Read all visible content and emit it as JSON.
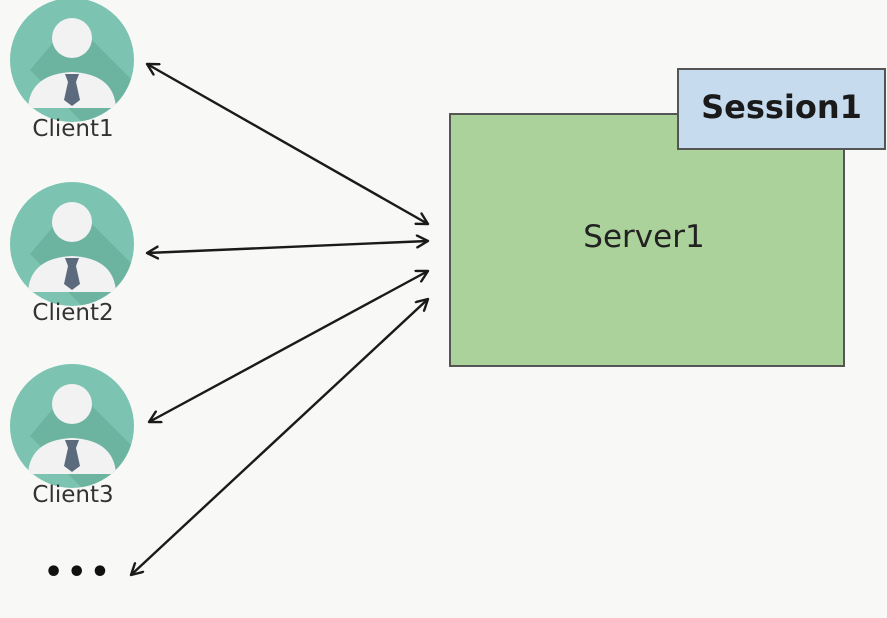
{
  "clients": [
    {
      "label": "Client1"
    },
    {
      "label": "Client2"
    },
    {
      "label": "Client3"
    }
  ],
  "more_label": "•••",
  "server": {
    "label": "Server1",
    "color": "#aad29a"
  },
  "session": {
    "label": "Session1",
    "color": "#c6dbee"
  },
  "icons": {
    "client": "user-avatar-icon",
    "arrow": "double-headed-arrow"
  },
  "colors": {
    "avatar_circle": "#7cc4b1",
    "avatar_shadow": "#5ea892",
    "avatar_body": "#f2f2f2",
    "tie": "#5b6b7d",
    "arrow": "#1a1a1a"
  }
}
